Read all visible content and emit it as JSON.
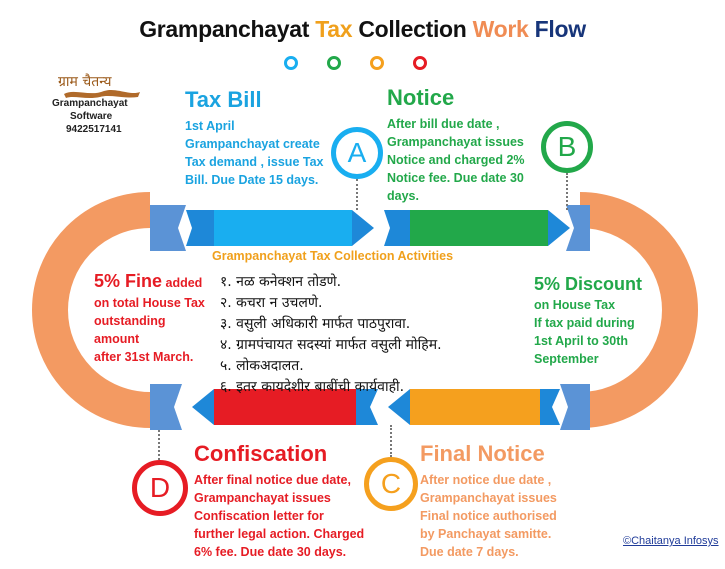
{
  "title": {
    "part1": "Grampanchayat ",
    "part2": "Tax",
    "part3": " Collection ",
    "part4": "Work",
    "part5": " Flow"
  },
  "colors": {
    "blue": "#1aa3e0",
    "green": "#22a84a",
    "orange": "#f5a01e",
    "red": "#e61c24",
    "salmon": "#f39a62",
    "cyan": "#19aef0"
  },
  "logo": {
    "script": "ग्राम चैतन्य",
    "name": "Grampanchayat",
    "sub": "Software",
    "phone": "9422517141"
  },
  "steps": {
    "a": {
      "letter": "A",
      "title": "Tax Bill",
      "lines": [
        "1st April",
        "Grampanchayat create",
        "Tax demand , issue Tax",
        "Bill. Due Date 15 days."
      ]
    },
    "b": {
      "letter": "B",
      "title": "Notice",
      "lines": [
        "After bill due date ,",
        "Grampanchayat issues",
        "Notice and  charged 2%",
        "Notice fee. Due date 30",
        "days."
      ]
    },
    "c": {
      "letter": "C",
      "title": "Final Notice",
      "lines": [
        "After notice due date ,",
        "Grampanchayat issues",
        "Final notice authorised",
        "by Panchayat samitte.",
        "Due date 7 days."
      ]
    },
    "d": {
      "letter": "D",
      "title": "Confiscation",
      "lines": [
        "After final notice due date,",
        "Grampanchayat issues",
        "Confiscation letter for",
        "further legal action. Charged",
        "6% fee. Due date 30 days."
      ]
    }
  },
  "fine": {
    "head": "5% Fine",
    "head_tail": " added",
    "lines": [
      "on total House Tax",
      "outstanding",
      "amount",
      "after 31st March."
    ]
  },
  "discount": {
    "head": "5% Discount",
    "lines": [
      "on House Tax",
      "If tax paid during",
      "1st April to 30th",
      "September"
    ]
  },
  "activities": {
    "title": "Grampanchayat Tax Collection Activities",
    "items": [
      "१. नळ कनेक्शन तोडणे.",
      "२. कचरा न उचलणे.",
      "३. वसुली अधिकारी मार्फत पाठपुरावा.",
      "४. ग्रामपंचायत सदस्यां मार्फत वसुली मोहिम.",
      "५. लोकअदालत.",
      "६. इतर कायदेशीर बाबींची कार्यवाही."
    ]
  },
  "copyright": "©Chaitanya Infosys"
}
